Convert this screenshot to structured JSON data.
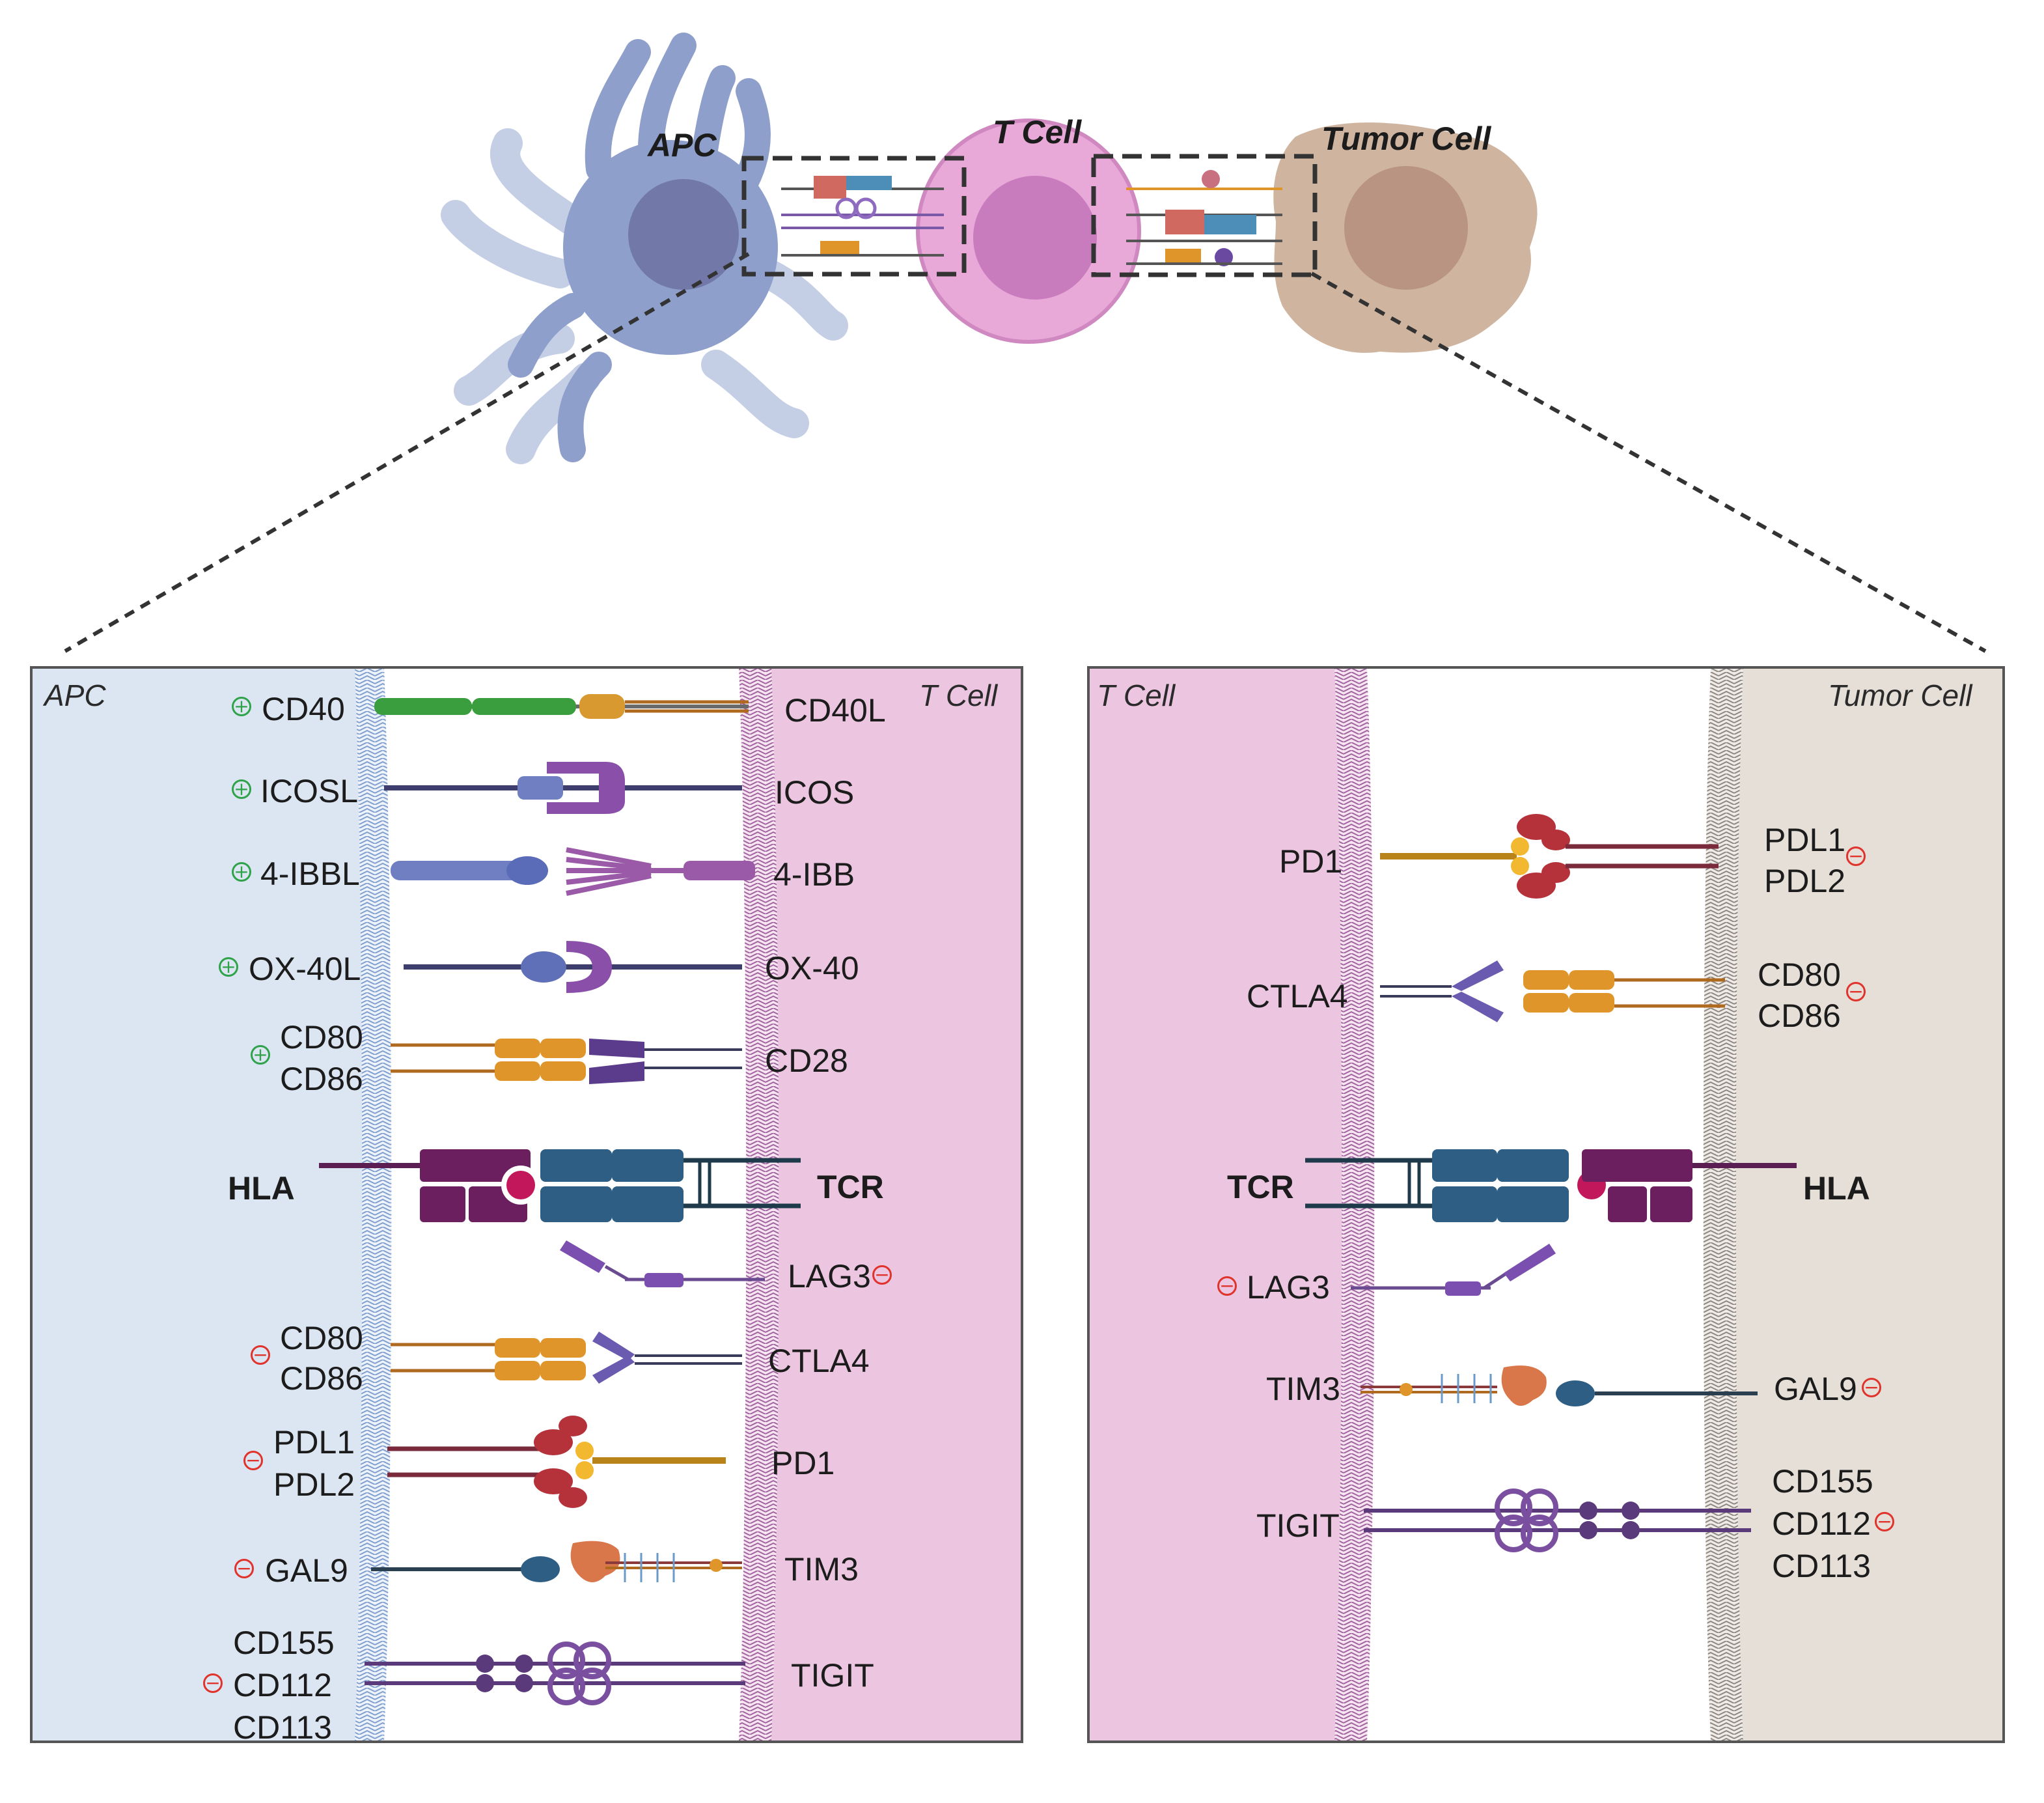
{
  "top": {
    "cells": {
      "apc": "APC",
      "tcell": "T Cell",
      "tumor": "Tumor Cell"
    }
  },
  "left_panel": {
    "tags": {
      "left": "APC",
      "right": "T Cell"
    },
    "rows": [
      {
        "ligand": "CD40",
        "receptor": "CD40L",
        "sign": "plus"
      },
      {
        "ligand": "ICOSL",
        "receptor": "ICOS",
        "sign": "plus"
      },
      {
        "ligand": "4-IBBL",
        "receptor": "4-IBB",
        "sign": "plus"
      },
      {
        "ligand": "OX-40L",
        "receptor": "OX-40",
        "sign": "plus"
      },
      {
        "ligand": [
          "CD80",
          "CD86"
        ],
        "receptor": "CD28",
        "sign": "plus"
      },
      {
        "ligand": "HLA",
        "receptor": "TCR"
      },
      {
        "receptor": "LAG3",
        "sign": "minus"
      },
      {
        "ligand": [
          "CD80",
          "CD86"
        ],
        "receptor": "CTLA4",
        "sign": "minus"
      },
      {
        "ligand": [
          "PDL1",
          "PDL2"
        ],
        "receptor": "PD1",
        "sign": "minus"
      },
      {
        "ligand": "GAL9",
        "receptor": "TIM3",
        "sign": "minus"
      },
      {
        "ligand": [
          "CD155",
          "CD112",
          "CD113"
        ],
        "receptor": "TIGIT",
        "sign": "minus"
      }
    ]
  },
  "right_panel": {
    "tags": {
      "left": "T Cell",
      "right": "Tumor Cell"
    },
    "rows": [
      {
        "receptor": "PD1",
        "ligand": [
          "PDL1",
          "PDL2"
        ],
        "sign": "minus"
      },
      {
        "receptor": "CTLA4",
        "ligand": [
          "CD80",
          "CD86"
        ],
        "sign": "minus"
      },
      {
        "receptor": "TCR",
        "ligand": "HLA"
      },
      {
        "receptor": "LAG3",
        "sign": "minus"
      },
      {
        "receptor": "TIM3",
        "ligand": "GAL9",
        "sign": "minus"
      },
      {
        "receptor": "TIGIT",
        "ligand": [
          "CD155",
          "CD112",
          "CD113"
        ],
        "sign": "minus"
      }
    ]
  },
  "colors": {
    "apc_bg": "#dce6f2",
    "tcell_bg": "#ecc6e0",
    "tumor_bg": "#e6dfd8",
    "activating": "#2fa34a",
    "inhibitory": "#e0332b",
    "tcr": "#2f5e84",
    "hla": "#6b1f5e",
    "cd80": "#e0952a",
    "pdl": "#b5323b",
    "icos": "#7a4a9e"
  }
}
